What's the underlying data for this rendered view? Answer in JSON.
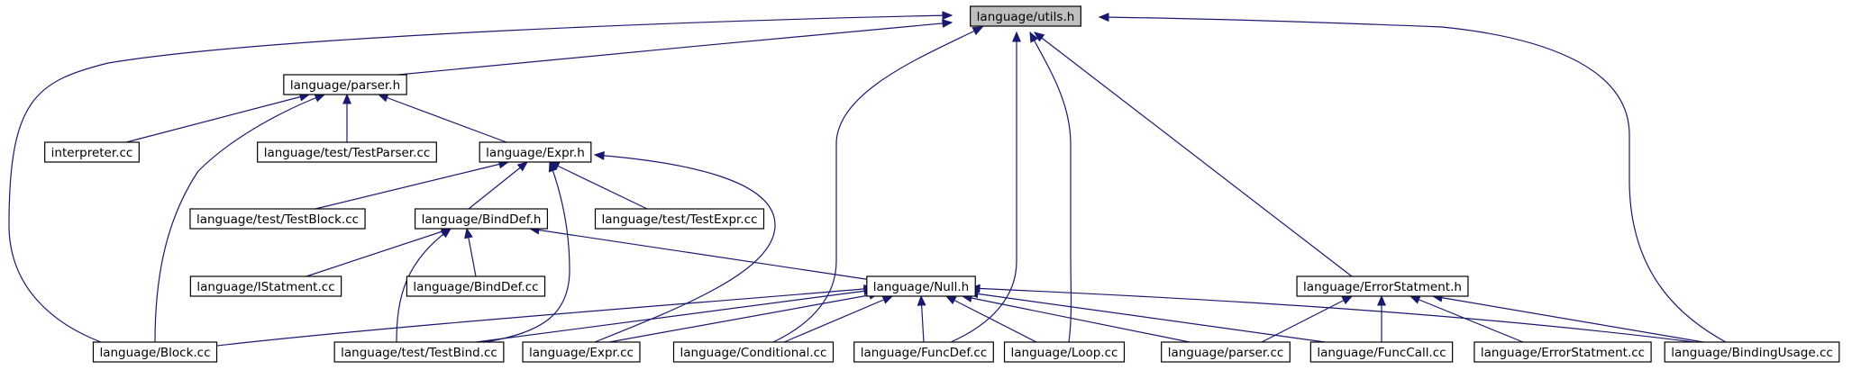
{
  "diagram": {
    "type": "include-dependency-graph",
    "nodes": [
      {
        "id": "utils_h",
        "label": "language/utils.h",
        "root": true
      },
      {
        "id": "parser_h",
        "label": "language/parser.h"
      },
      {
        "id": "interpreter_cc",
        "label": "interpreter.cc"
      },
      {
        "id": "testparser_cc",
        "label": "language/test/TestParser.cc"
      },
      {
        "id": "expr_h",
        "label": "language/Expr.h"
      },
      {
        "id": "testblock_cc",
        "label": "language/test/TestBlock.cc"
      },
      {
        "id": "binddef_h",
        "label": "language/BindDef.h"
      },
      {
        "id": "testexpr_cc",
        "label": "language/test/TestExpr.cc"
      },
      {
        "id": "istatment_cc",
        "label": "language/IStatment.cc"
      },
      {
        "id": "binddef_cc",
        "label": "language/BindDef.cc"
      },
      {
        "id": "null_h",
        "label": "language/Null.h"
      },
      {
        "id": "errorstatment_h",
        "label": "language/ErrorStatment.h"
      },
      {
        "id": "block_cc",
        "label": "language/Block.cc"
      },
      {
        "id": "testbind_cc",
        "label": "language/test/TestBind.cc"
      },
      {
        "id": "expr_cc",
        "label": "language/Expr.cc"
      },
      {
        "id": "conditional_cc",
        "label": "language/Conditional.cc"
      },
      {
        "id": "funcdef_cc",
        "label": "language/FuncDef.cc"
      },
      {
        "id": "loop_cc",
        "label": "language/Loop.cc"
      },
      {
        "id": "parser_cc",
        "label": "language/parser.cc"
      },
      {
        "id": "funccall_cc",
        "label": "language/FuncCall.cc"
      },
      {
        "id": "errorstatment_cc",
        "label": "language/ErrorStatment.cc"
      },
      {
        "id": "bindingusage_cc",
        "label": "language/BindingUsage.cc"
      }
    ],
    "edges": [
      {
        "from": "parser_h",
        "to": "utils_h"
      },
      {
        "from": "block_cc",
        "to": "utils_h"
      },
      {
        "from": "conditional_cc",
        "to": "utils_h"
      },
      {
        "from": "funcdef_cc",
        "to": "utils_h"
      },
      {
        "from": "loop_cc",
        "to": "utils_h"
      },
      {
        "from": "errorstatment_h",
        "to": "utils_h"
      },
      {
        "from": "bindingusage_cc",
        "to": "utils_h"
      },
      {
        "from": "interpreter_cc",
        "to": "parser_h"
      },
      {
        "from": "testparser_cc",
        "to": "parser_h"
      },
      {
        "from": "expr_h",
        "to": "parser_h"
      },
      {
        "from": "block_cc",
        "to": "parser_h"
      },
      {
        "from": "testblock_cc",
        "to": "expr_h"
      },
      {
        "from": "binddef_h",
        "to": "expr_h"
      },
      {
        "from": "testexpr_cc",
        "to": "expr_h"
      },
      {
        "from": "testbind_cc",
        "to": "expr_h"
      },
      {
        "from": "expr_cc",
        "to": "expr_h"
      },
      {
        "from": "istatment_cc",
        "to": "binddef_h"
      },
      {
        "from": "binddef_cc",
        "to": "binddef_h"
      },
      {
        "from": "testbind_cc",
        "to": "binddef_h"
      },
      {
        "from": "null_h",
        "to": "binddef_h"
      },
      {
        "from": "block_cc",
        "to": "null_h"
      },
      {
        "from": "testbind_cc",
        "to": "null_h"
      },
      {
        "from": "expr_cc",
        "to": "null_h"
      },
      {
        "from": "conditional_cc",
        "to": "null_h"
      },
      {
        "from": "funcdef_cc",
        "to": "null_h"
      },
      {
        "from": "loop_cc",
        "to": "null_h"
      },
      {
        "from": "parser_cc",
        "to": "null_h"
      },
      {
        "from": "funccall_cc",
        "to": "null_h"
      },
      {
        "from": "bindingusage_cc",
        "to": "null_h"
      },
      {
        "from": "parser_cc",
        "to": "errorstatment_h"
      },
      {
        "from": "funccall_cc",
        "to": "errorstatment_h"
      },
      {
        "from": "errorstatment_cc",
        "to": "errorstatment_h"
      },
      {
        "from": "bindingusage_cc",
        "to": "errorstatment_h"
      }
    ]
  },
  "colors": {
    "edge": "#191970",
    "node_border": "#000000",
    "root_fill": "#bfbfbf",
    "node_fill": "#ffffff"
  }
}
